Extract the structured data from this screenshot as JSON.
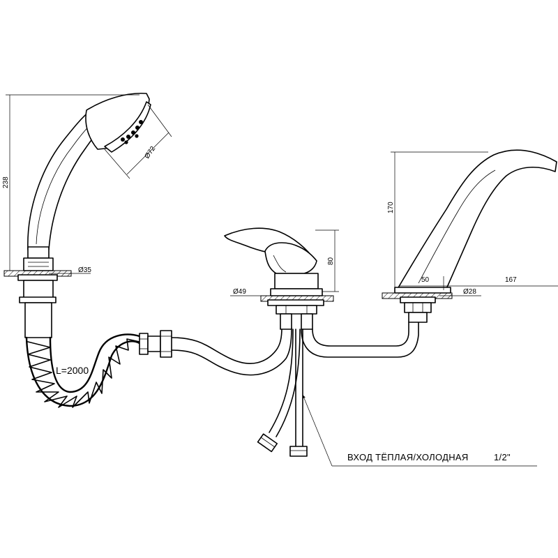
{
  "dimensions": {
    "shower_height": "238",
    "shower_head_diameter": "Ø72",
    "shower_base_diameter": "Ø35",
    "mixer_height": "80",
    "mixer_base_diameter": "Ø49",
    "spout_height": "170",
    "spout_offset": "50",
    "spout_reach": "167",
    "spout_base_diameter": "Ø28"
  },
  "labels": {
    "hose_length": "L=2000",
    "inlet": "ВХОД  ТЁПЛАЯ/ХОЛОДНАЯ",
    "inlet_size": "1/2\""
  }
}
